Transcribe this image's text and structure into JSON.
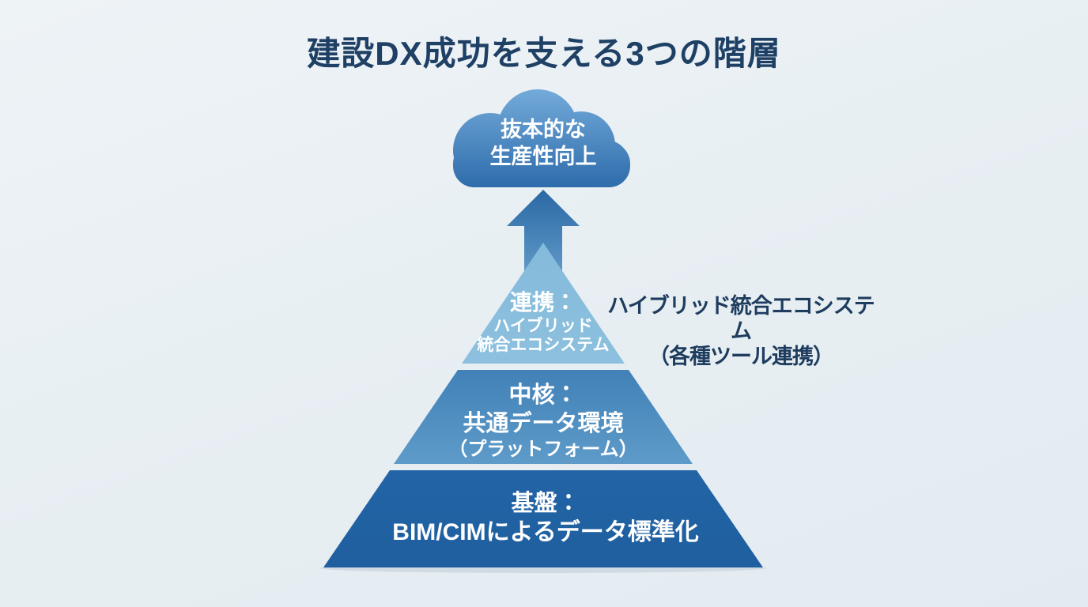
{
  "title": "建設DX成功を支える3つの階層",
  "cloud": {
    "role": "goal",
    "line1": "抜本的な",
    "line2": "生産性向上"
  },
  "arrow": {
    "direction": "up",
    "meaning": "pyramid-layers-lead-to-goal"
  },
  "pyramid": {
    "tiers": [
      {
        "id": "tier-top",
        "heading": "連携：",
        "lines": [
          "ハイブリッド",
          "統合エコシステム"
        ],
        "fill_top": "#84badb",
        "fill_bottom": "#8dc0de"
      },
      {
        "id": "tier-middle",
        "heading": "中核：",
        "lines": [
          "共通データ環境",
          "（プラットフォーム）"
        ],
        "fill_top": "#4181b7",
        "fill_bottom": "#5e9bc9"
      },
      {
        "id": "tier-bottom",
        "heading": "基盤：",
        "lines": [
          "BIM/CIMによるデータ標準化"
        ],
        "fill_top": "#2264a6",
        "fill_bottom": "#1f5f9f"
      }
    ]
  },
  "annotation": {
    "line1": "ハイブリッド統合エコシステム",
    "line2": "（各種ツール連携）"
  },
  "colors": {
    "background_top": "#eef3f6",
    "background_bottom": "#e3ebf1",
    "title_text": "#1f4065",
    "annotation_text": "#1e3c5e",
    "tier_text": "#ffffff",
    "cloud_top": "#74abda",
    "cloud_bottom": "#2e6cab",
    "arrow_top": "#2a68a5",
    "arrow_bottom": "#7db4d9"
  }
}
